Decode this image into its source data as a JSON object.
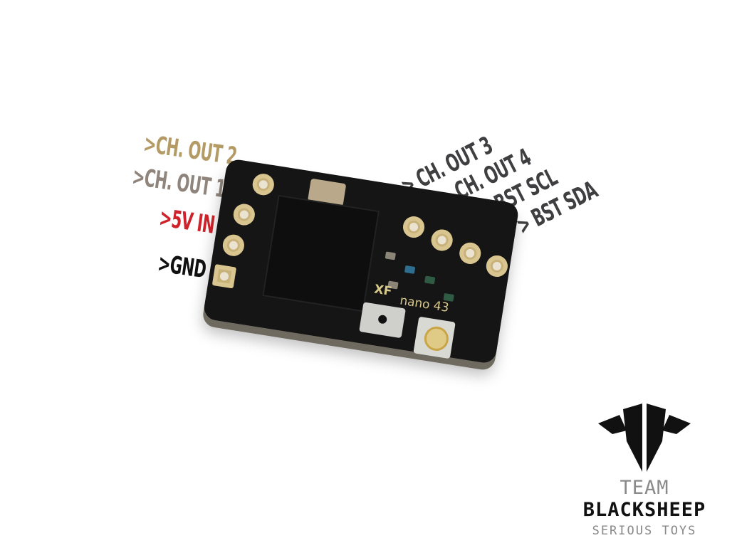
{
  "left_labels": [
    {
      "text": ">CH. OUT 2",
      "color": "#b49a64"
    },
    {
      "text": ">CH. OUT 1",
      "color": "#8f857c"
    },
    {
      "text": ">5V IN",
      "color": "#d0222a"
    },
    {
      "text": ">GND",
      "color": "#111111"
    }
  ],
  "right_labels": [
    {
      "text": "> CH. OUT 3",
      "color": "#3f3f41"
    },
    {
      "text": "> CH. OUT 4",
      "color": "#3f3f41"
    },
    {
      "text": "> BST SCL",
      "color": "#3f3f41"
    },
    {
      "text": "> BST SDA",
      "color": "#3f3f41"
    }
  ],
  "board": {
    "silkscreen_brand": "XF",
    "silkscreen_model": "nano 43"
  },
  "logo": {
    "team": "TEAM",
    "name": "BLACKSHEEP",
    "tagline": "SERIOUS TOYS"
  }
}
